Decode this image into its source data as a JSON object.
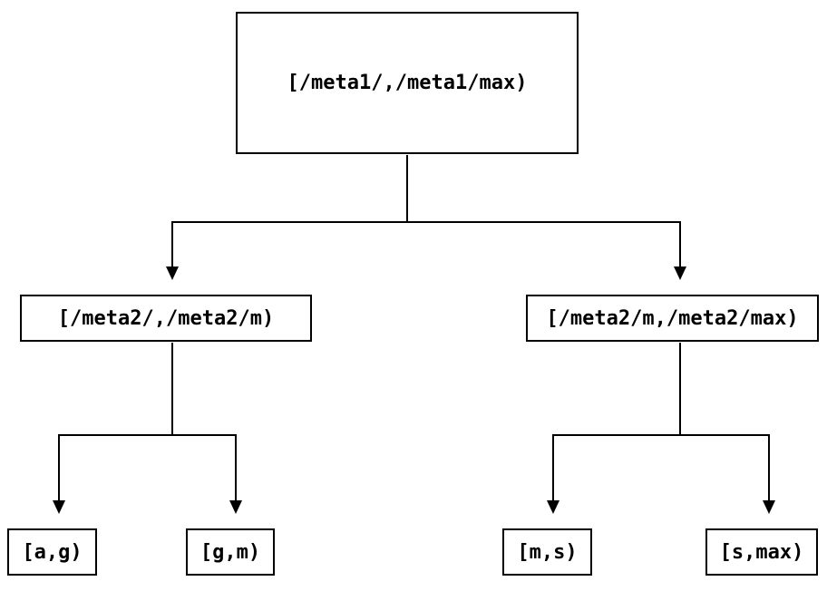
{
  "diagram": {
    "type": "tree",
    "colors": {
      "background": "#ffffff",
      "line": "#000000",
      "text": "#000000"
    },
    "nodes": {
      "root": {
        "label": "[/meta1/,/meta1/max)"
      },
      "left": {
        "label": "[/meta2/,/meta2/m)"
      },
      "right": {
        "label": "[/meta2/m,/meta2/max)"
      },
      "leaf_ag": {
        "label": "[a,g)"
      },
      "leaf_gm": {
        "label": "[g,m)"
      },
      "leaf_ms": {
        "label": "[m,s)"
      },
      "leaf_smax": {
        "label": "[s,max)"
      }
    },
    "edges": [
      {
        "from": "root",
        "to": "left"
      },
      {
        "from": "root",
        "to": "right"
      },
      {
        "from": "left",
        "to": "leaf_ag"
      },
      {
        "from": "left",
        "to": "leaf_gm"
      },
      {
        "from": "right",
        "to": "leaf_ms"
      },
      {
        "from": "right",
        "to": "leaf_smax"
      }
    ]
  }
}
